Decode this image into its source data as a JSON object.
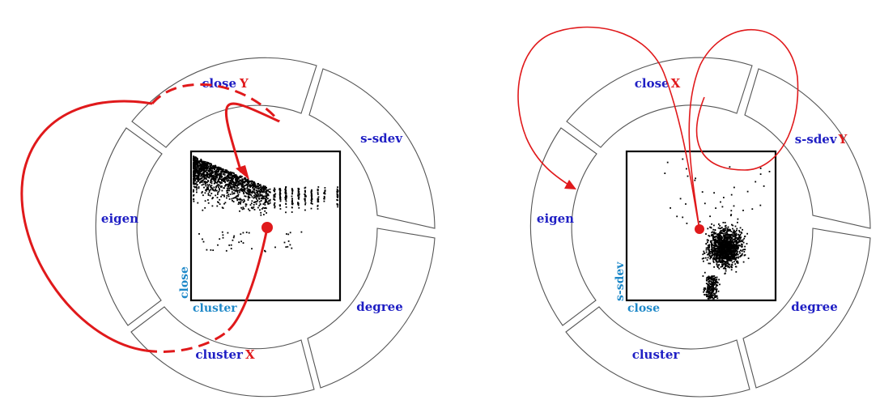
{
  "left_wheel": {
    "labels": {
      "top": "close",
      "top_marker": "Y",
      "upper_right": "s-sdev",
      "left": "eigen",
      "lower_right": "degree",
      "bottom": "cluster",
      "bottom_marker": "X"
    },
    "plot": {
      "y_axis_label": "close",
      "x_axis_label": "cluster"
    }
  },
  "right_wheel": {
    "labels": {
      "top": "close",
      "top_marker": "X",
      "upper_right": "s-sdev",
      "upper_right_marker": "Y",
      "left": "eigen",
      "lower_right": "degree",
      "bottom": "cluster"
    },
    "plot": {
      "y_axis_label": "s-sdev",
      "x_axis_label": "close"
    }
  },
  "colors": {
    "label": "#1f1fc4",
    "axis_label": "#1e88c8",
    "marker": "#e0191b",
    "path": "#e0191b"
  }
}
